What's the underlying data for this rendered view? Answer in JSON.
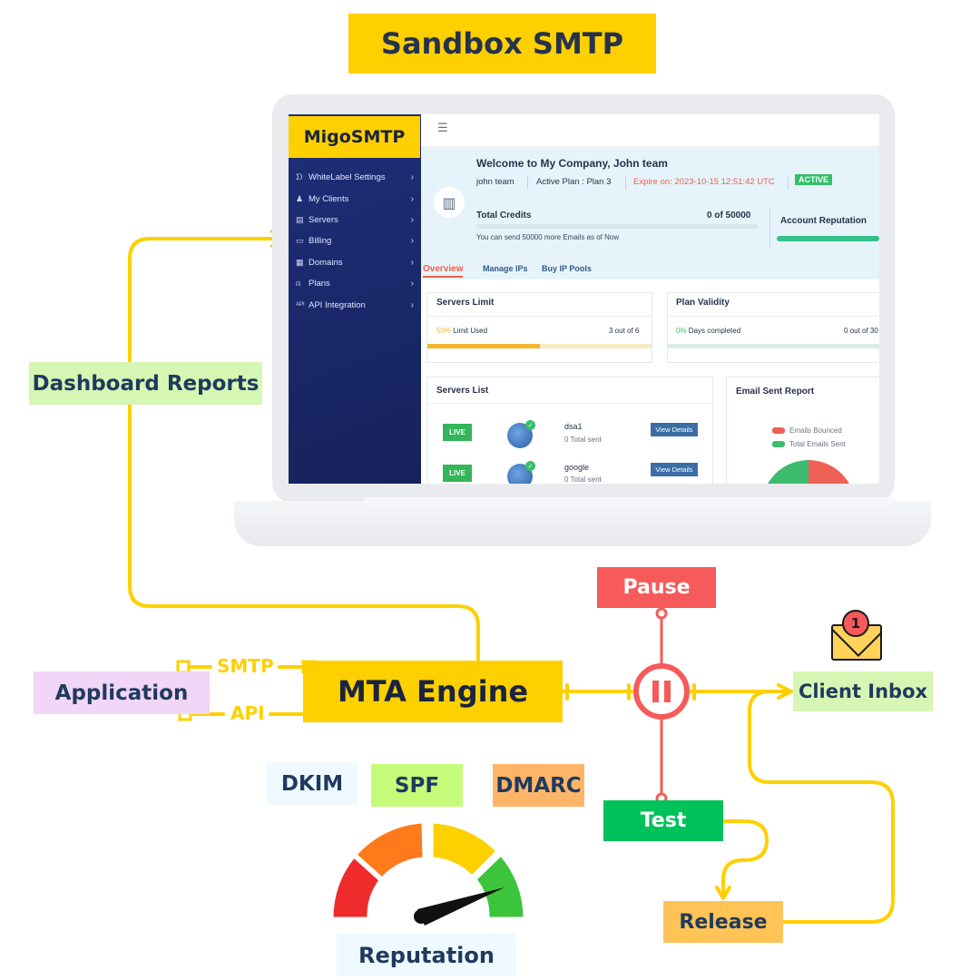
{
  "title": "Sandbox SMTP",
  "labels": {
    "dashboard_reports": "Dashboard Reports",
    "application": "Application",
    "smtp": "SMTP",
    "api": "API",
    "mta_engine": "MTA Engine",
    "pause": "Pause",
    "client_inbox": "Client Inbox",
    "test": "Test",
    "release": "Release",
    "dkim": "DKIM",
    "spf": "SPF",
    "dmarc": "DMARC",
    "reputation": "Reputation"
  },
  "envelope_badge": "1",
  "dashboard": {
    "brand": "MigoSMTP",
    "sidebar": [
      {
        "label": "WhiteLabel Settings",
        "icon": "whitelabel-icon"
      },
      {
        "label": "My Clients",
        "icon": "clients-icon"
      },
      {
        "label": "Servers",
        "icon": "servers-icon"
      },
      {
        "label": "Billing",
        "icon": "billing-icon"
      },
      {
        "label": "Domains",
        "icon": "domains-icon"
      },
      {
        "label": "Plans",
        "icon": "plans-icon"
      },
      {
        "label": "API Integration",
        "icon": "api-icon"
      }
    ],
    "welcome": {
      "title": "Welcome to My Company, John team",
      "name": "john team",
      "plan": "Active Plan : Plan 3",
      "expire": "Expire on: 2023-10-15 12:51:42 UTC",
      "status": "ACTIVE",
      "credits_label": "Total Credits",
      "credits_value": "0 of 50000",
      "credits_note": "You can send 50000 more Emails as of Now",
      "reputation_label": "Account Reputation"
    },
    "tabs": [
      "Overview",
      "Manage IPs",
      "Buy IP Pools"
    ],
    "servers_limit": {
      "title": "Servers Limit",
      "percent": "50%",
      "percent_label": "Limit Used",
      "count": "3 out of 6",
      "fill": 0.5
    },
    "plan_validity": {
      "title": "Plan Validity",
      "percent": "0%",
      "percent_label": "Days completed",
      "count": "0 out of 30"
    },
    "servers_list": {
      "title": "Servers List",
      "rows": [
        {
          "status": "LIVE",
          "name": "dsa1",
          "sent": "0 Total sent",
          "button": "View Details"
        },
        {
          "status": "LIVE",
          "name": "google",
          "sent": "0 Total sent",
          "button": "View Details"
        }
      ]
    },
    "email_report": {
      "title": "Email Sent Report",
      "legend": [
        {
          "label": "Emails Bounced",
          "color": "#ef6055"
        },
        {
          "label": "Total Emails Sent",
          "color": "#3dbb6e"
        }
      ]
    }
  },
  "colors": {
    "accent_yellow": "#ffd000",
    "pause_red": "#f65a5a",
    "test_green": "#00c25a"
  }
}
